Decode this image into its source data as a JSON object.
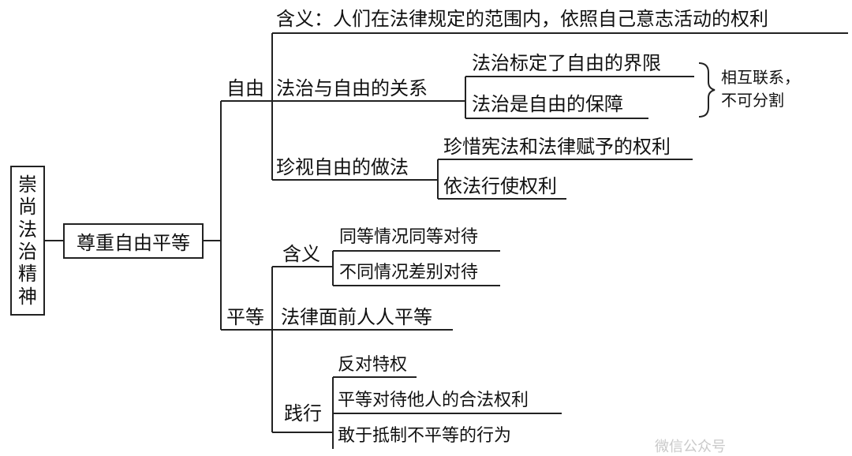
{
  "root": {
    "label": "崇尚法治精神",
    "chars": [
      "崇",
      "尚",
      "法",
      "治",
      "精",
      "神"
    ]
  },
  "level1": {
    "label": "尊重自由平等"
  },
  "freedom": {
    "label": "自由",
    "meaning": "含义：人们在法律规定的范围内，依照自己意志活动的权利",
    "relation": {
      "label": "法治与自由的关系",
      "items": [
        "法治标定了自由的界限",
        "法治是自由的保障"
      ],
      "note": [
        "相互联系，",
        "不可分割"
      ]
    },
    "practice": {
      "label": "珍视自由的做法",
      "items": [
        "珍惜宪法和法律赋予的权利",
        "依法行使权利"
      ]
    }
  },
  "equality": {
    "label": "平等",
    "meaning": {
      "label": "含义",
      "items": [
        "同等情况同等对待",
        "不同情况差别对待"
      ]
    },
    "law": "法律面前人人平等",
    "practice": {
      "label": "践行",
      "items": [
        "反对特权",
        "平等对待他人的合法权利",
        "敢于抵制不平等的行为"
      ]
    }
  },
  "watermark": "微信公众号"
}
